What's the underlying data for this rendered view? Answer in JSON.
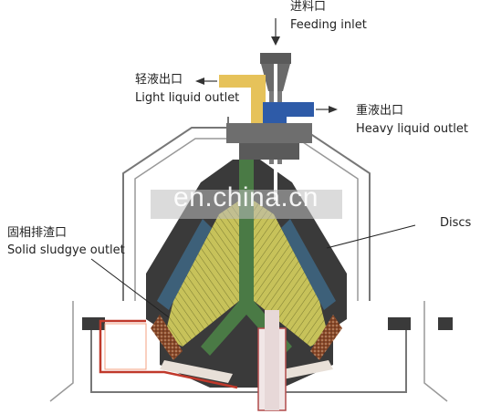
{
  "labels": {
    "feed_cn": "进料口",
    "feed_en": "Feeding inlet",
    "light_cn": "轻液出口",
    "light_en": "Light liquid outlet",
    "heavy_cn": "重液出口",
    "heavy_en": "Heavy liquid outlet",
    "solid_cn": "固相排渣口",
    "solid_en": "Solid sludgye outlet",
    "discs": "Discs"
  },
  "watermark": "en.china.cn",
  "colors": {
    "bowl_dark": "#3a3a3a",
    "disc_stack": "#c7c25a",
    "liquid_green": "#4a7a45",
    "blue_pipe": "#2e5ba8",
    "yellow_pipe": "#e6c25a",
    "sludge": "#6b3a2a",
    "red_line": "#c0392b"
  }
}
